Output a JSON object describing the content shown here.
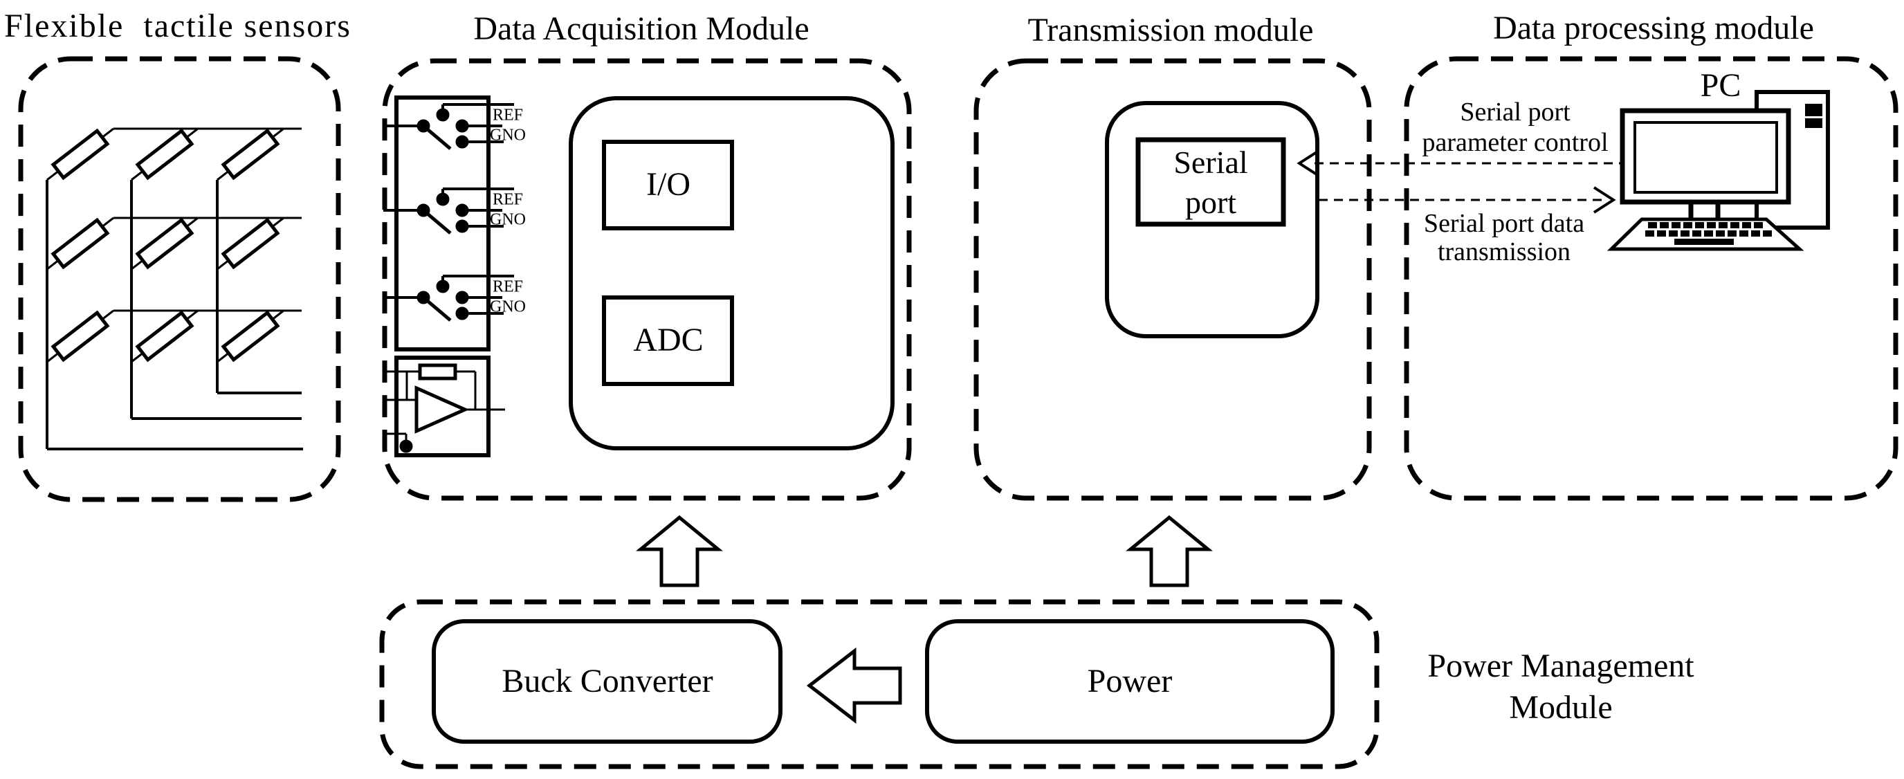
{
  "figure": {
    "kind": "system-architecture-diagram",
    "colors": {
      "ink": "#000000",
      "background": "#ffffff"
    }
  },
  "sensors": {
    "title": "Flexible  tactile sensors"
  },
  "daq": {
    "title": "Data Acquisition Module",
    "io_label": "I/O",
    "adc_label": "ADC",
    "ref_label": "REF",
    "gnd_label": "GNO"
  },
  "transmission": {
    "title": "Transmission module",
    "serial_port": {
      "line1": "Serial",
      "line2": "port"
    }
  },
  "processing": {
    "title": "Data processing module",
    "pc_label": "PC",
    "control_arrow": {
      "line1": "Serial port",
      "line2": "parameter control"
    },
    "data_arrow": {
      "line1": "Serial port data",
      "line2": "transmission"
    }
  },
  "power": {
    "label_line1": "Power Management",
    "label_line2": "Module",
    "buck_label": "Buck Converter",
    "power_label": "Power"
  }
}
